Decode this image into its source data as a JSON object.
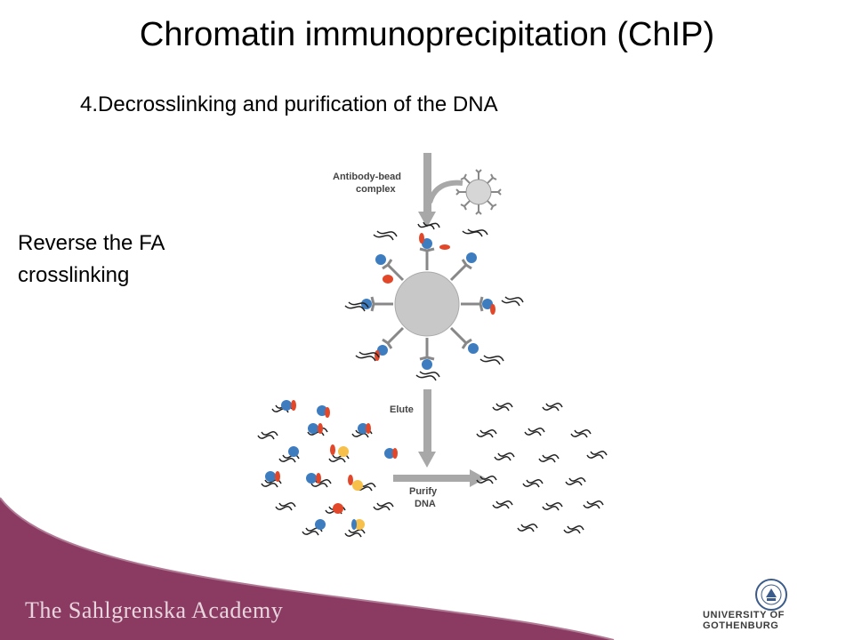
{
  "slide": {
    "title": "Chromatin immunoprecipitation (ChIP)",
    "step": "4.Decrosslinking and purification of the DNA",
    "side_text": [
      "Reverse the FA",
      "crosslinking"
    ]
  },
  "diagram": {
    "label_antibody_bead_line1": "Antibody-bead",
    "label_antibody_bead_line2": "complex",
    "label_elute": "Elute",
    "label_purify_line1": "Purify",
    "label_purify_line2": "DNA",
    "colors": {
      "protein_blue": "#3e7cc0",
      "protein_red": "#e3472a",
      "protein_yellow": "#f6c04a",
      "arrow_grey": "#a8a8a8",
      "dna": "#222222",
      "bead": "#c8c8c8"
    }
  },
  "footer": {
    "academy": "The Sahlgrenska Academy",
    "university": "UNIVERSITY OF GOTHENBURG",
    "band_color": "#8b3a62"
  }
}
